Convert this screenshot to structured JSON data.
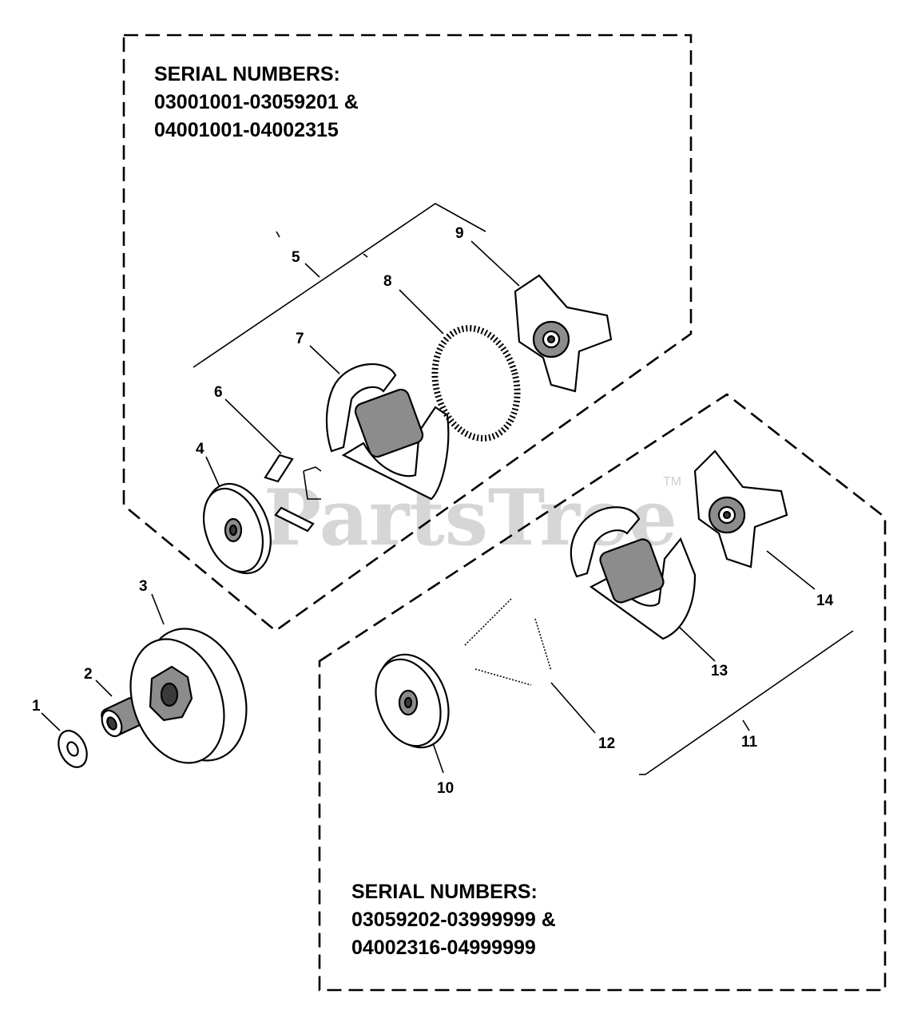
{
  "watermark": {
    "text": "PartsTree",
    "trademark": "TM"
  },
  "serial_top": {
    "heading": "SERIAL NUMBERS:",
    "line1": "03001001-03059201 &",
    "line2": "04001001-04002315"
  },
  "serial_bottom": {
    "heading": "SERIAL NUMBERS:",
    "line1": "03059202-03999999 &",
    "line2": "04002316-04999999"
  },
  "callouts": {
    "c1": "1",
    "c2": "2",
    "c3": "3",
    "c4": "4",
    "c5": "5",
    "c6": "6",
    "c7": "7",
    "c8": "8",
    "c9": "9",
    "c10": "10",
    "c11": "11",
    "c12": "12",
    "c13": "13",
    "c14": "14"
  }
}
